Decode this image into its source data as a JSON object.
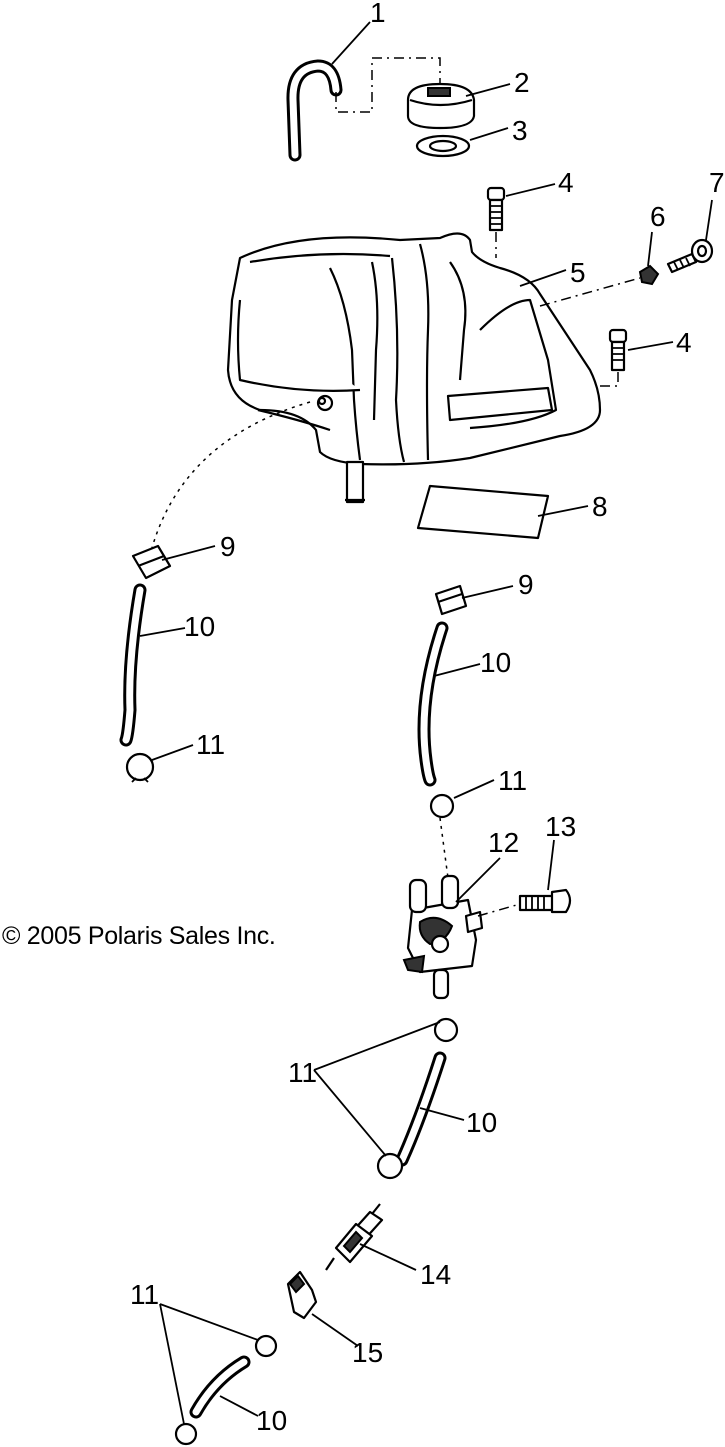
{
  "copyright": "© 2005 Polaris Sales Inc.",
  "callouts": {
    "c1": "1",
    "c2": "2",
    "c3": "3",
    "c4a": "4",
    "c4b": "4",
    "c5": "5",
    "c6": "6",
    "c7": "7",
    "c8": "8",
    "c9a": "9",
    "c9b": "9",
    "c10a": "10",
    "c10b": "10",
    "c10c": "10",
    "c10d": "10",
    "c11a": "11",
    "c11b": "11",
    "c11c": "11",
    "c11d": "11",
    "c12": "12",
    "c13": "13",
    "c14": "14",
    "c15": "15"
  }
}
